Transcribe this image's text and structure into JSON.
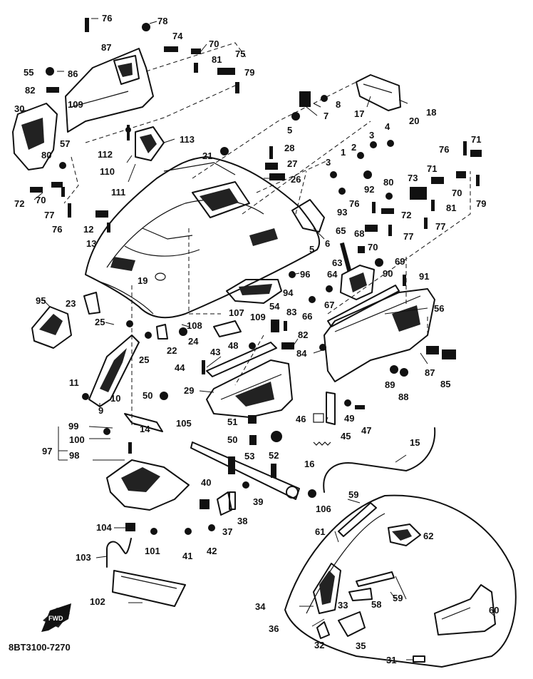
{
  "figure": {
    "code": "8BT3100-7270",
    "front_mark": "FWD"
  },
  "callouts": [
    {
      "num": "76"
    },
    {
      "num": "78"
    },
    {
      "num": "87"
    },
    {
      "num": "74"
    },
    {
      "num": "70"
    },
    {
      "num": "81"
    },
    {
      "num": "75"
    },
    {
      "num": "79"
    },
    {
      "num": "55"
    },
    {
      "num": "86"
    },
    {
      "num": "82"
    },
    {
      "num": "109"
    },
    {
      "num": "30"
    },
    {
      "num": "57"
    },
    {
      "num": "8"
    },
    {
      "num": "7"
    },
    {
      "num": "5"
    },
    {
      "num": "17"
    },
    {
      "num": "20"
    },
    {
      "num": "18"
    },
    {
      "num": "113"
    },
    {
      "num": "112"
    },
    {
      "num": "110"
    },
    {
      "num": "111"
    },
    {
      "num": "80"
    },
    {
      "num": "72"
    },
    {
      "num": "70"
    },
    {
      "num": "77"
    },
    {
      "num": "76"
    },
    {
      "num": "21"
    },
    {
      "num": "28"
    },
    {
      "num": "27"
    },
    {
      "num": "26"
    },
    {
      "num": "3"
    },
    {
      "num": "2"
    },
    {
      "num": "3"
    },
    {
      "num": "4"
    },
    {
      "num": "1"
    },
    {
      "num": "92"
    },
    {
      "num": "93"
    },
    {
      "num": "80"
    },
    {
      "num": "76"
    },
    {
      "num": "71"
    },
    {
      "num": "73"
    },
    {
      "num": "71"
    },
    {
      "num": "70"
    },
    {
      "num": "79"
    },
    {
      "num": "72"
    },
    {
      "num": "81"
    },
    {
      "num": "76"
    },
    {
      "num": "77"
    },
    {
      "num": "77"
    },
    {
      "num": "12"
    },
    {
      "num": "13"
    },
    {
      "num": "5"
    },
    {
      "num": "6"
    },
    {
      "num": "65"
    },
    {
      "num": "68"
    },
    {
      "num": "70"
    },
    {
      "num": "69"
    },
    {
      "num": "63"
    },
    {
      "num": "64"
    },
    {
      "num": "90"
    },
    {
      "num": "91"
    },
    {
      "num": "19"
    },
    {
      "num": "96"
    },
    {
      "num": "94"
    },
    {
      "num": "66"
    },
    {
      "num": "67"
    },
    {
      "num": "95"
    },
    {
      "num": "23"
    },
    {
      "num": "107"
    },
    {
      "num": "56"
    },
    {
      "num": "54"
    },
    {
      "num": "83"
    },
    {
      "num": "109"
    },
    {
      "num": "25"
    },
    {
      "num": "108"
    },
    {
      "num": "48"
    },
    {
      "num": "82"
    },
    {
      "num": "22"
    },
    {
      "num": "24"
    },
    {
      "num": "43"
    },
    {
      "num": "84"
    },
    {
      "num": "25"
    },
    {
      "num": "44"
    },
    {
      "num": "87"
    },
    {
      "num": "85"
    },
    {
      "num": "11"
    },
    {
      "num": "10"
    },
    {
      "num": "89"
    },
    {
      "num": "88"
    },
    {
      "num": "50"
    },
    {
      "num": "29"
    },
    {
      "num": "9"
    },
    {
      "num": "46"
    },
    {
      "num": "49"
    },
    {
      "num": "47"
    },
    {
      "num": "45"
    },
    {
      "num": "99"
    },
    {
      "num": "14"
    },
    {
      "num": "51"
    },
    {
      "num": "105"
    },
    {
      "num": "100"
    },
    {
      "num": "15"
    },
    {
      "num": "50"
    },
    {
      "num": "97"
    },
    {
      "num": "98"
    },
    {
      "num": "53"
    },
    {
      "num": "52"
    },
    {
      "num": "16"
    },
    {
      "num": "40"
    },
    {
      "num": "39"
    },
    {
      "num": "106"
    },
    {
      "num": "59"
    },
    {
      "num": "38"
    },
    {
      "num": "104"
    },
    {
      "num": "37"
    },
    {
      "num": "61"
    },
    {
      "num": "62"
    },
    {
      "num": "41"
    },
    {
      "num": "42"
    },
    {
      "num": "101"
    },
    {
      "num": "103"
    },
    {
      "num": "59"
    },
    {
      "num": "34"
    },
    {
      "num": "33"
    },
    {
      "num": "58"
    },
    {
      "num": "102"
    },
    {
      "num": "60"
    },
    {
      "num": "36"
    },
    {
      "num": "35"
    },
    {
      "num": "32"
    },
    {
      "num": "31"
    }
  ]
}
